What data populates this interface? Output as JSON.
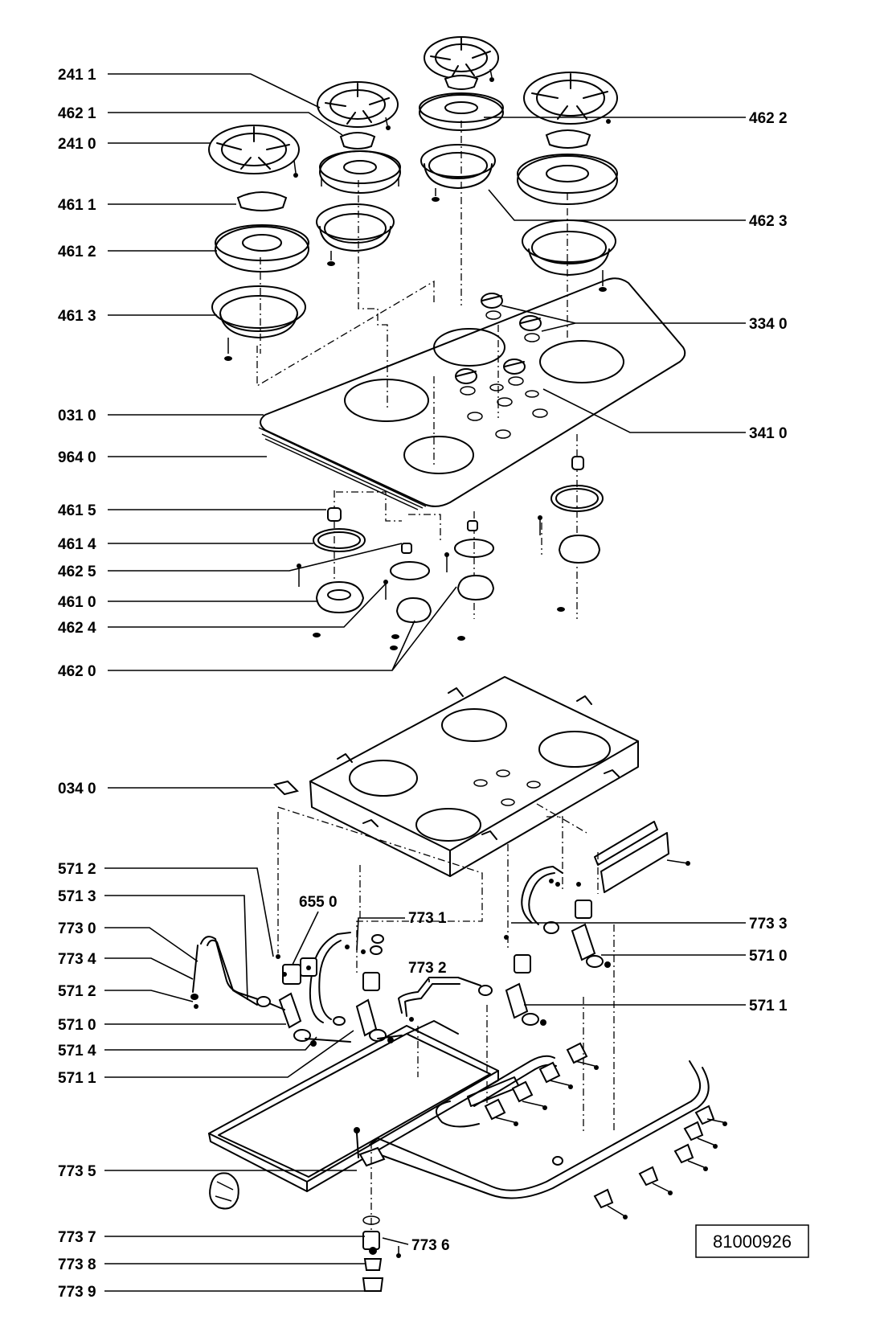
{
  "labels_left": [
    "241 1",
    "462 1",
    "241 0",
    "461 1",
    "461 2",
    "461 3",
    "031 0",
    "964 0",
    "461 5",
    "461 4",
    "462 5",
    "461 0",
    "462 4",
    "462 0",
    "034 0",
    "571 2",
    "571 3",
    "773 0",
    "773 4",
    "571 2",
    "571 0",
    "571 4",
    "571 1",
    "773 5",
    "773 7",
    "773 8",
    "773 9"
  ],
  "labels_right": [
    "462 2",
    "462 3",
    "334 0",
    "341 0",
    "773 3",
    "571 0",
    "571 1"
  ],
  "labels_inline": [
    "655 0",
    "773 1",
    "773 2",
    "773 6"
  ],
  "reference_number": "81000926"
}
